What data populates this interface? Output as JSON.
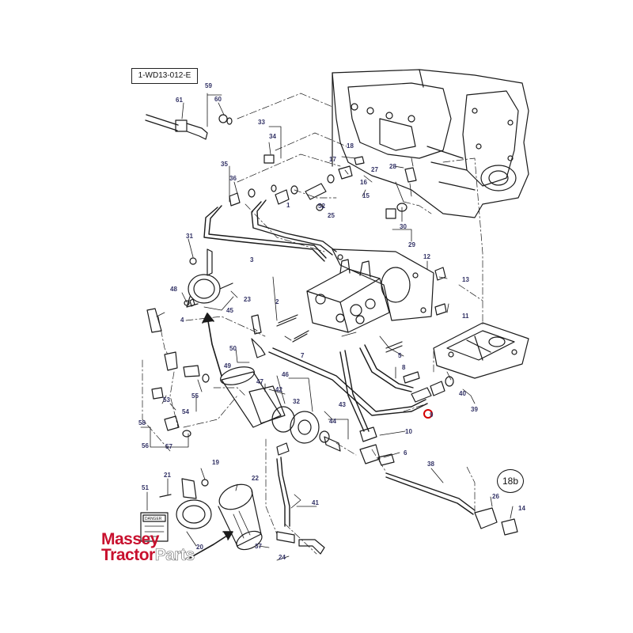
{
  "diagram": {
    "reference": "1-WD13-012-E",
    "view_callout": "18b",
    "highlight_color": "#d40000",
    "line_color": "#1a1a1a",
    "label_color": "#333366",
    "part_labels": [
      {
        "id": "p1",
        "text": "1"
      },
      {
        "id": "p2",
        "text": "2"
      },
      {
        "id": "p3",
        "text": "3"
      },
      {
        "id": "p4",
        "text": "4"
      },
      {
        "id": "p5",
        "text": "5"
      },
      {
        "id": "p6",
        "text": "6"
      },
      {
        "id": "p7",
        "text": "7"
      },
      {
        "id": "p8",
        "text": "8"
      },
      {
        "id": "p9",
        "text": "9"
      },
      {
        "id": "p10",
        "text": "10"
      },
      {
        "id": "p11",
        "text": "11"
      },
      {
        "id": "p12",
        "text": "12"
      },
      {
        "id": "p13",
        "text": "13"
      },
      {
        "id": "p14",
        "text": "14"
      },
      {
        "id": "p15",
        "text": "15"
      },
      {
        "id": "p16",
        "text": "16"
      },
      {
        "id": "p17",
        "text": "17"
      },
      {
        "id": "p18",
        "text": "18"
      },
      {
        "id": "p19",
        "text": "19"
      },
      {
        "id": "p20",
        "text": "20"
      },
      {
        "id": "p21",
        "text": "21"
      },
      {
        "id": "p22",
        "text": "22"
      },
      {
        "id": "p23",
        "text": "23"
      },
      {
        "id": "p24",
        "text": "24"
      },
      {
        "id": "p25",
        "text": "25"
      },
      {
        "id": "p26",
        "text": "26"
      },
      {
        "id": "p27",
        "text": "27"
      },
      {
        "id": "p28",
        "text": "28"
      },
      {
        "id": "p29",
        "text": "29"
      },
      {
        "id": "p30",
        "text": "30"
      },
      {
        "id": "p31",
        "text": "31"
      },
      {
        "id": "p32",
        "text": "32"
      },
      {
        "id": "p33",
        "text": "33"
      },
      {
        "id": "p34",
        "text": "34"
      },
      {
        "id": "p35",
        "text": "35"
      },
      {
        "id": "p36",
        "text": "36"
      },
      {
        "id": "p37",
        "text": "37"
      },
      {
        "id": "p38",
        "text": "38"
      },
      {
        "id": "p39",
        "text": "39"
      },
      {
        "id": "p40",
        "text": "40"
      },
      {
        "id": "p41",
        "text": "41"
      },
      {
        "id": "p42",
        "text": "42"
      },
      {
        "id": "p43",
        "text": "43"
      },
      {
        "id": "p44",
        "text": "44"
      },
      {
        "id": "p45",
        "text": "45"
      },
      {
        "id": "p46",
        "text": "46"
      },
      {
        "id": "p47",
        "text": "47"
      },
      {
        "id": "p48",
        "text": "48"
      },
      {
        "id": "p49",
        "text": "49"
      },
      {
        "id": "p50",
        "text": "50"
      },
      {
        "id": "p51",
        "text": "51"
      },
      {
        "id": "p52",
        "text": "52"
      },
      {
        "id": "p53",
        "text": "53"
      },
      {
        "id": "p54",
        "text": "54"
      },
      {
        "id": "p55",
        "text": "55"
      },
      {
        "id": "p56",
        "text": "56"
      },
      {
        "id": "p57",
        "text": "57"
      },
      {
        "id": "p58",
        "text": "58"
      },
      {
        "id": "p59",
        "text": "59"
      },
      {
        "id": "p60",
        "text": "60"
      },
      {
        "id": "p61",
        "text": "61"
      }
    ],
    "warning_label": "DANGER"
  },
  "watermark": {
    "line1": "Massey",
    "line2_a": "Tractor",
    "line2_b": "Parts"
  }
}
